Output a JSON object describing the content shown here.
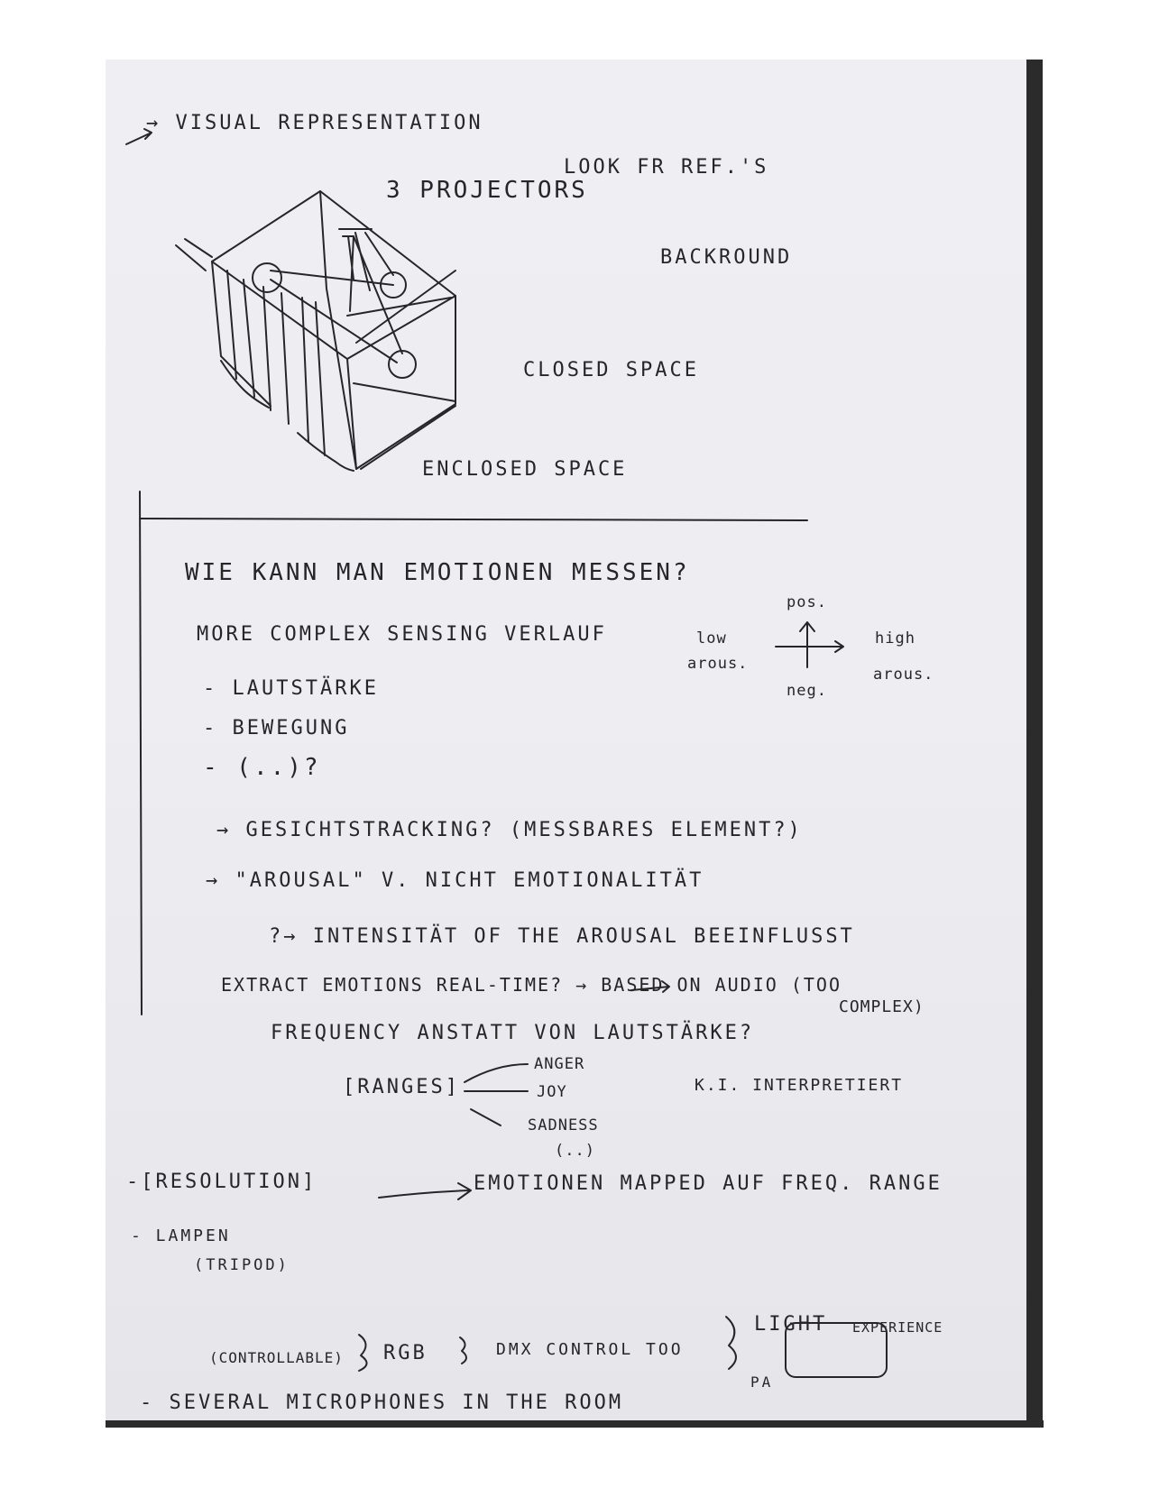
{
  "notes": {
    "visual_representation": "→ VISUAL REPRESENTATION",
    "look_for_refs": "LOOK FR REF.'S",
    "three_projectors": "3 PROJECTORS",
    "background": "BACKROUND",
    "closed_space": "CLOSED SPACE",
    "enclosed_space": "ENCLOSED SPACE",
    "question": "WIE KANN MAN EMOTIONEN MESSEN?",
    "complex_sensing": "MORE COMPLEX SENSING VERLAUF",
    "list_volume": "- LAUTSTÄRKE",
    "list_movement": "- BEWEGUNG",
    "list_etc": "- (..)?",
    "face_tracking": "→ GESICHTSTRACKING? (MESSBARES ELEMENT?)",
    "arousal": "→ \"AROUSAL\" V. NICHT EMOTIONALITÄT",
    "intensity": "?→ INTENSITÄT OF THE AROUSAL BEEINFLUSST",
    "extract_emotions": "EXTRACT EMOTIONS REAL-TIME? → BASED ON AUDIO (TOO",
    "too_complex": "COMPLEX)",
    "frequency": "FREQUENCY ANSTATT VON LAUTSTÄRKE?",
    "ranges": "[RANGES]",
    "anger": "ANGER",
    "joy": "JOY",
    "sadness": "SADNESS",
    "etc": "(..)",
    "ki": "K.I. INTERPRETIERT",
    "resolution": "-[RESOLUTION]",
    "emotions_mapped": "EMOTIONEN MAPPED AUF FREQ. RANGE",
    "lamps": "- LAMPEN",
    "tripod": "(TRIPOD)",
    "controllable": "(CONTROLLABLE)",
    "rgb": "RGB",
    "dmx": "DMX CONTROL TOO",
    "light": "LIGHT",
    "experience": "EXPERIENCE",
    "pa": "PA",
    "microphones": "- SEVERAL MICROPHONES IN THE ROOM"
  },
  "axes": {
    "pos": "pos.",
    "neg": "neg.",
    "low_arousal_1": "low",
    "low_arousal_2": "arous.",
    "high_arousal_1": "high",
    "high_arousal_2": "arous."
  }
}
